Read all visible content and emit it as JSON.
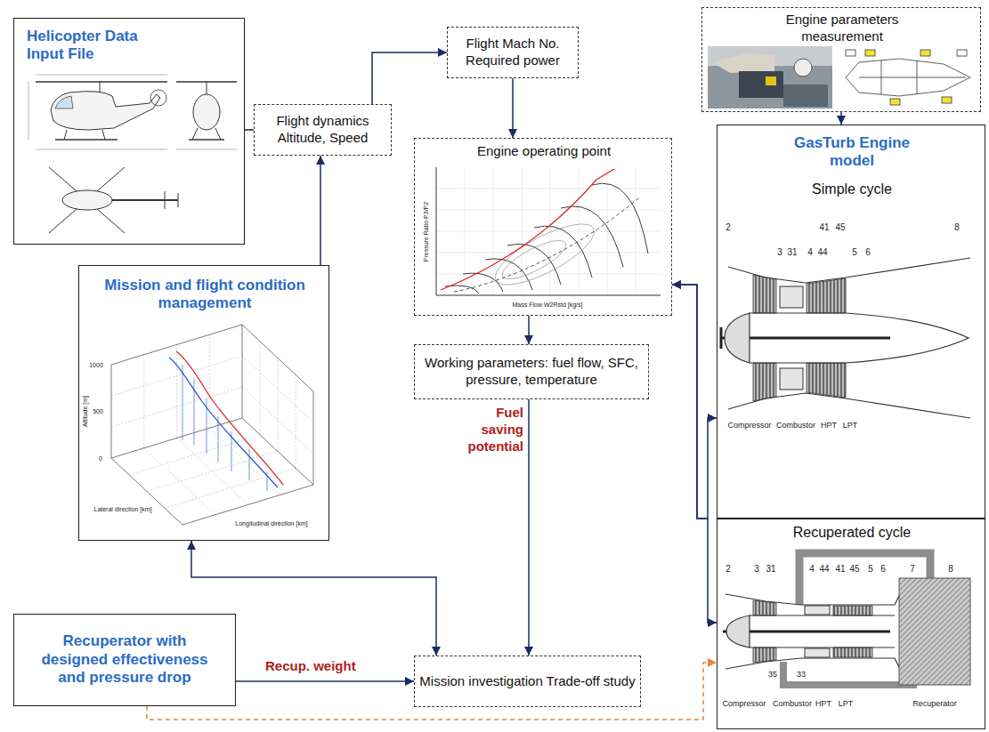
{
  "diagram": {
    "nodes": [
      {
        "text": [
          "Helicopter Data Input File"
        ]
      },
      {
        "text": [
          "Flight dynamics Altitude, Speed"
        ]
      },
      {
        "text": [
          "Flight Mach No. Required power"
        ]
      },
      {
        "text": [
          "Engine parameters measurement"
        ]
      },
      {
        "text": [
          "Engine operating point"
        ]
      },
      {
        "text": [
          "Mission and flight condition management"
        ]
      },
      {
        "text": [
          "GasTurb Engine model",
          "Simple cycle"
        ]
      },
      {
        "text": [
          "Working parameters: fuel flow, SFC, pressure, temperature"
        ]
      },
      {
        "text": [
          "Recuperated cycle"
        ]
      },
      {
        "text": [
          "Recuperator with designed effectiveness and pressure drop"
        ]
      },
      {
        "text": [
          "Mission investigation Trade-off study"
        ]
      }
    ],
    "edges": [
      {
        "from": 0,
        "to": 1,
        "arrow": "none"
      },
      {
        "from": 1,
        "to": 2,
        "arrow": "to"
      },
      {
        "from": 2,
        "to": 4,
        "arrow": "to"
      },
      {
        "from": 3,
        "to": 6,
        "arrow": "to"
      },
      {
        "from": 4,
        "to": 6,
        "arrow": "both"
      },
      {
        "from": 4,
        "to": 8,
        "arrow": "both"
      },
      {
        "from": 4,
        "to": 7,
        "arrow": "to"
      },
      {
        "from": 7,
        "to": 10,
        "label": "Fuel saving potential",
        "arrow": "to"
      },
      {
        "from": 9,
        "to": 10,
        "label": "Recup. weight",
        "arrow": "to"
      },
      {
        "from": 10,
        "to": 5,
        "arrow": "both"
      },
      {
        "from": 5,
        "to": 1,
        "arrow": "to"
      },
      {
        "from": 9,
        "to": 8,
        "arrow": "to"
      }
    ],
    "labels": [
      "2",
      "3",
      "31",
      "4",
      "44",
      "41",
      "45",
      "5",
      "6",
      "8",
      "Compressor",
      "Combustor",
      "HPT",
      "LPT",
      "2",
      "3",
      "31",
      "4",
      "44",
      "41",
      "45",
      "5",
      "6",
      "7",
      "8",
      "35",
      "33",
      "Compressor",
      "Combustor",
      "HPT",
      "LPT",
      "Recuperator",
      "Altitude [m]",
      "1000",
      "500",
      "0",
      "Lateral direction [km]",
      "Longitudinal direction [km]",
      "Pressure Ratio P3/P2",
      "Mass Flow W2Rstd [kg/s]"
    ]
  }
}
